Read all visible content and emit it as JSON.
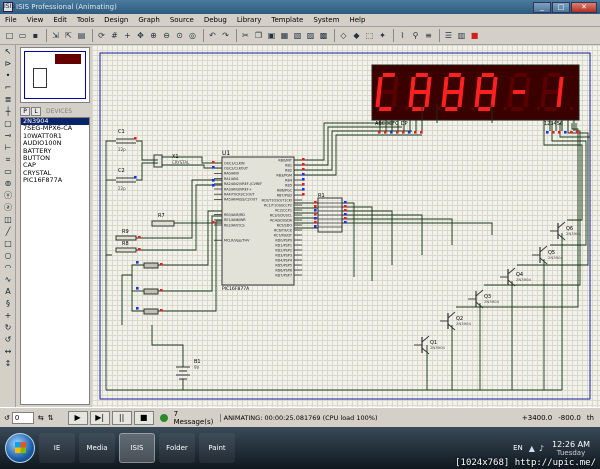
{
  "window": {
    "app_icon": "ISIS",
    "title": "ISIS Professional (Animating)",
    "controls": {
      "minimize": "_",
      "maximize": "□",
      "close": "✕"
    }
  },
  "menu": [
    "File",
    "View",
    "Edit",
    "Tools",
    "Design",
    "Graph",
    "Source",
    "Debug",
    "Library",
    "Template",
    "System",
    "Help"
  ],
  "toolbar_icons": [
    "new-file-icon",
    "open-folder-icon",
    "save-icon",
    "sep",
    "import-icon",
    "export-icon",
    "print-icon",
    "sep",
    "refresh-icon",
    "grid-icon",
    "origin-icon",
    "pan-icon",
    "zoom-in-icon",
    "zoom-out-icon",
    "zoom-all-icon",
    "zoom-area-icon",
    "sep",
    "undo-icon",
    "redo-icon",
    "sep",
    "cut-icon",
    "copy-icon",
    "paste-icon",
    "block-copy-icon",
    "block-move-icon",
    "block-rotate-icon",
    "block-delete-icon",
    "sep",
    "pick-device-icon",
    "make-device-icon",
    "packaging-icon",
    "decompose-icon",
    "sep",
    "wire-autorouter-icon",
    "search-icon",
    "property-icon",
    "sep",
    "netlist-icon",
    "bom-icon",
    "ares-icon"
  ],
  "toolstrip_icons": [
    "select-icon",
    "component-icon",
    "junction-icon",
    "wire-label-icon",
    "text-script-icon",
    "bus-icon",
    "subcircuit-icon",
    "terminal-icon",
    "pin-icon",
    "graph-icon",
    "tape-icon",
    "generator-icon",
    "probe-voltage-icon",
    "probe-current-icon",
    "instrument-icon",
    "line-icon",
    "box-icon",
    "circle-icon",
    "arc-icon",
    "path-icon",
    "text-icon",
    "symbol-icon",
    "marker-icon",
    "rotate-cw-icon",
    "rotate-ccw-icon",
    "mirror-icon",
    "flip-icon"
  ],
  "panel": {
    "tab_p": "P",
    "tab_l": "L",
    "devices_label": "DEVICES",
    "devices": [
      "2N3904",
      "7SEG-MPX6-CA",
      "10WATT0R1",
      "AUDIO100N",
      "BATTERY",
      "BUTTON",
      "CAP",
      "CRYSTAL",
      "PIC16F877A"
    ],
    "selected_index": 0
  },
  "schematic": {
    "display": {
      "text": "C888-1",
      "pin_label_left": "ABCDEFG DP",
      "pin_label_right": "123456"
    },
    "chip_ref": "U1",
    "chip_part": "PIC16F877A",
    "chip_pins_left": [
      "OSC1/CLKIN",
      "OSC2/CLKOUT",
      "RA0/AN0",
      "RA1/AN1",
      "RA2/AN2/VREF-/CVREF",
      "RA3/AN3/VREF+",
      "RA4/T0CKI/C1OUT",
      "RA5/AN4/SS/C2OUT",
      "RE0/AN5/RD",
      "RE1/AN6/WR",
      "RE2/AN7/CS",
      "MCLR/Vpp/THV"
    ],
    "chip_pins_right": [
      "RB0/INT",
      "RB1",
      "RB2",
      "RB3/PGM",
      "RB4",
      "RB5",
      "RB6/PGC",
      "RB7/PGD",
      "RC0/T1OSO/T1CKI",
      "RC1/T1OSI/CCP2",
      "RC2/CCP1",
      "RC3/SCK/SCL",
      "RC4/SDI/SDA",
      "RC5/SDO",
      "RC6/TX/CK",
      "RC7/RX/DT",
      "RD0/PSP0",
      "RD1/PSP1",
      "RD2/PSP2",
      "RD3/PSP3",
      "RD4/PSP4",
      "RD5/PSP5",
      "RD6/PSP6",
      "RD7/PSP7"
    ],
    "labels": {
      "c1": "C1",
      "c1_val": "22p",
      "c2": "C2",
      "c2_val": "22p",
      "x1": "X1",
      "x1_val": "CRYSTAL",
      "r7": "R7",
      "r8": "R8",
      "r9": "R9",
      "r1": "R1",
      "b1": "B1",
      "b1_val": "9V",
      "q1": "Q1",
      "q2": "Q2",
      "q3": "Q3",
      "q4": "Q4",
      "q5": "Q5",
      "q6": "Q6",
      "q_part": "2N3904"
    }
  },
  "statusbar": {
    "rotation": "0",
    "rotation_icons": [
      "rotate-ccw-icon",
      "rotate-cw-icon",
      "mirror-h-icon",
      "mirror-v-icon"
    ],
    "sim_buttons": [
      "play-icon",
      "step-icon",
      "pause-icon",
      "stop-icon"
    ],
    "messages": "7 Message(s)",
    "animating": "ANIMATING: 00:00:25.081769 (CPU load 100%)",
    "coord_x": "+3400.0",
    "coord_y": "-800.0",
    "unit": "th"
  },
  "taskbar": {
    "apps": [
      "IE",
      "Media",
      "ISIS",
      "Folder",
      "Paint"
    ],
    "active_index": 2,
    "lang": "EN",
    "time": "12:26 AM",
    "day": "Tuesday"
  },
  "watermark": "[1024x768] http://upic.me/",
  "colors": {
    "segment_on": "#ff2020",
    "segment_off": "#5a0000",
    "display_bg": "#3a0000",
    "wire": "#1a3a1a",
    "pin_red": "#e02020",
    "pin_blue": "#2030e0",
    "chip_fill": "#e2e2d8"
  }
}
